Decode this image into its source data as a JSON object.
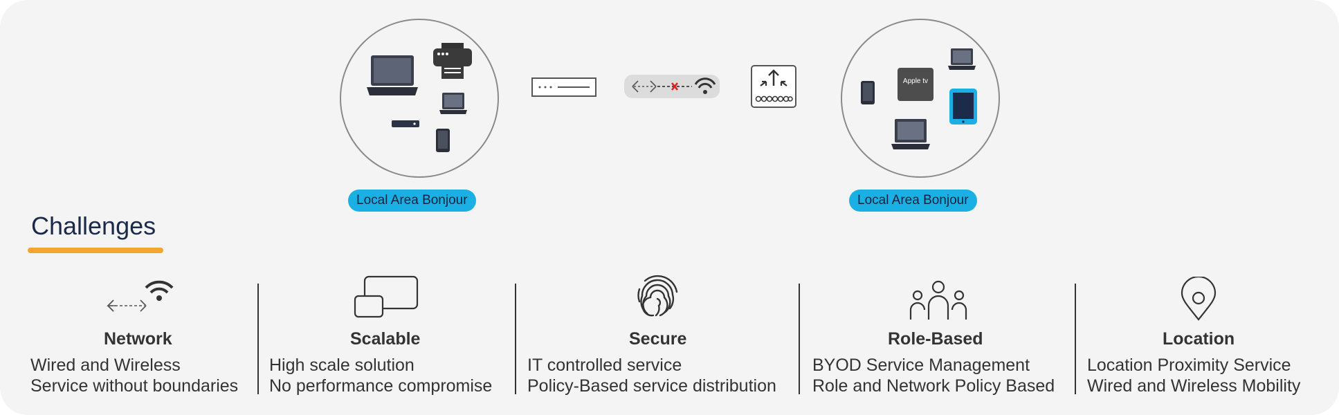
{
  "diagram": {
    "left_group": {
      "label": "Local Area Bonjour",
      "devices": [
        "laptop-icon",
        "printer-icon",
        "small-laptop-icon",
        "set-top-box-icon",
        "phone-icon"
      ]
    },
    "right_group": {
      "label": "Local Area Bonjour",
      "devices": [
        "phone-icon",
        "apple-tv-icon",
        "laptop-icon",
        "tablet-icon",
        "laptop-icon"
      ],
      "apple_tv_text": "Apple tv"
    },
    "middle": [
      "switch-icon",
      "wired-wireless-blocked-icon",
      "router-icon"
    ],
    "colors": {
      "accent": "#1bb0e3",
      "underline": "#f2a62f",
      "blocked": "#e02020"
    }
  },
  "challenges": {
    "title": "Challenges",
    "items": [
      {
        "icon": "network-icon",
        "heading": "Network",
        "line1": "Wired and Wireless",
        "line2": "Service without boundaries"
      },
      {
        "icon": "scalable-icon",
        "heading": "Scalable",
        "line1": "High scale solution",
        "line2": "No performance compromise"
      },
      {
        "icon": "fingerprint-icon",
        "heading": "Secure",
        "line1": "IT controlled service",
        "line2": "Policy-Based service distribution"
      },
      {
        "icon": "users-icon",
        "heading": "Role-Based",
        "line1": "BYOD Service Management",
        "line2": "Role and Network Policy Based"
      },
      {
        "icon": "location-pin-icon",
        "heading": "Location",
        "line1": "Location Proximity Service",
        "line2": "Wired and Wireless Mobility"
      }
    ]
  }
}
